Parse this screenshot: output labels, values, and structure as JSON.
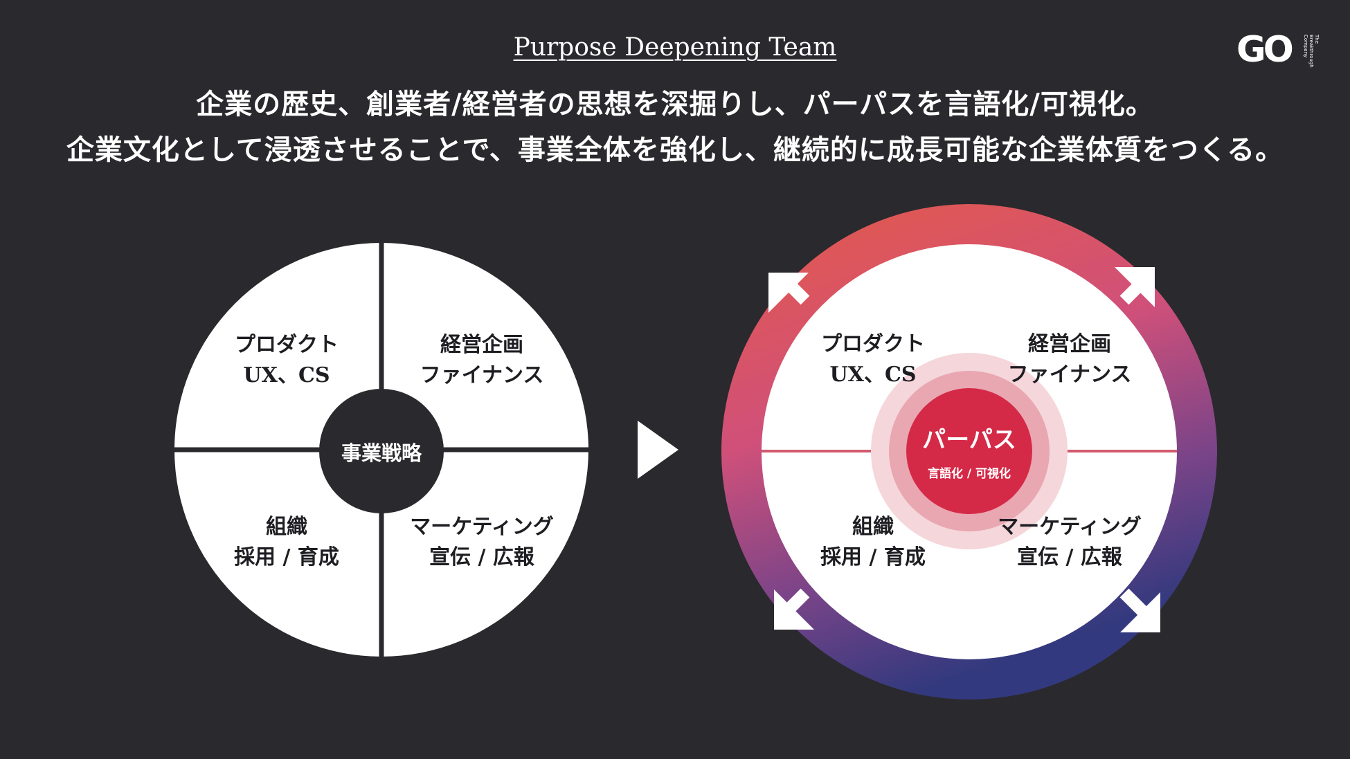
{
  "header": {
    "team_title": "Purpose Deepening Team",
    "headline_line1": "企業の歴史、創業者/経営者の思想を深掘りし、パーパスを言語化/可視化。",
    "headline_line2": "企業文化として浸透させることで、事業全体を強化し、継続的に成長可能な企業体質をつくる。"
  },
  "logo": {
    "text": "GO",
    "subtext": "The Breakthrough Company"
  },
  "left_circle": {
    "center_label": "事業戦略",
    "quadrants": {
      "top_left": {
        "line1": "プロダクト",
        "line2": "UX、CS"
      },
      "top_right": {
        "line1": "経営企画",
        "line2": "ファイナンス"
      },
      "bottom_left": {
        "line1": "組織",
        "line2": "採用 / 育成"
      },
      "bottom_right": {
        "line1": "マーケティング",
        "line2": "宣伝 / 広報"
      }
    }
  },
  "arrow_icon": "play-triangle-icon",
  "right_circle": {
    "center_label": "パーパス",
    "center_sublabel": "言語化 / 可視化",
    "quadrants": {
      "top_left": {
        "line1": "プロダクト",
        "line2": "UX、CS"
      },
      "top_right": {
        "line1": "経営企画",
        "line2": "ファイナンス"
      },
      "bottom_left": {
        "line1": "組織",
        "line2": "採用 / 育成"
      },
      "bottom_right": {
        "line1": "マーケティング",
        "line2": "宣伝 / 広報"
      }
    }
  },
  "colors": {
    "background": "#2a292d",
    "ring_top": "#e0524a",
    "ring_mid": "#d05486",
    "ring_bottom": "#3d3a80",
    "purpose_core": "#d42a48"
  }
}
